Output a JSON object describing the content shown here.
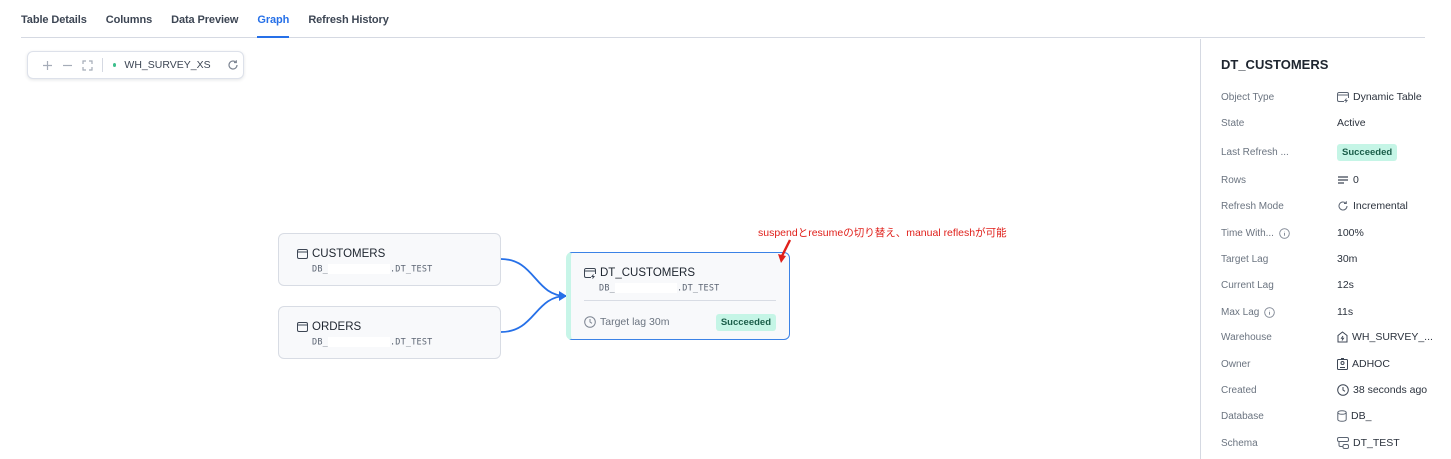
{
  "tabs": [
    {
      "label": "Table Details",
      "active": false
    },
    {
      "label": "Columns",
      "active": false
    },
    {
      "label": "Data Preview",
      "active": false
    },
    {
      "label": "Graph",
      "active": true
    },
    {
      "label": "Refresh History",
      "active": false
    }
  ],
  "toolbar": {
    "zoom_in_icon": "plus-icon",
    "zoom_out_icon": "minus-icon",
    "fit_icon": "fit-screen-icon",
    "warehouse": "WH_SURVEY_XS",
    "warehouse_status_color": "#3dbf8c",
    "refresh_icon": "refresh-icon"
  },
  "graph": {
    "nodes": [
      {
        "name": "CUSTOMERS",
        "path_prefix": "DB_",
        "path_suffix": ".DT_TEST",
        "icon": "table-icon"
      },
      {
        "name": "ORDERS",
        "path_prefix": "DB_",
        "path_suffix": ".DT_TEST",
        "icon": "table-icon"
      },
      {
        "name": "DT_CUSTOMERS",
        "path_prefix": "DB_",
        "path_suffix": ".DT_TEST",
        "icon": "dynamic-table-icon",
        "target_lag": "Target lag 30m",
        "status": "Succeeded",
        "selected": true
      }
    ],
    "edge_color": "#2670e8",
    "annotation": "suspendとresumeの切り替え、manual refleshが可能",
    "annotation_color": "#e0201b"
  },
  "panel": {
    "title": "DT_CUSTOMERS",
    "properties": [
      {
        "label": "Object Type",
        "value": "Dynamic Table",
        "icon": "dynamic-table-icon"
      },
      {
        "label": "State",
        "value": "Active"
      },
      {
        "label": "Last Refresh ...",
        "value": "Succeeded",
        "badge": true
      },
      {
        "label": "Rows",
        "value": "0",
        "icon": "rows-icon"
      },
      {
        "label": "Refresh Mode",
        "value": "Incremental",
        "icon": "refresh-icon"
      },
      {
        "label": "Time With...",
        "value": "100%",
        "info": true
      },
      {
        "label": "Target Lag",
        "value": "30m"
      },
      {
        "label": "Current Lag",
        "value": "12s"
      },
      {
        "label": "Max Lag",
        "value": "11s",
        "info": true
      },
      {
        "label": "Warehouse",
        "value": "WH_SURVEY_...",
        "icon": "warehouse-icon"
      },
      {
        "label": "Owner",
        "value": "ADHOC",
        "icon": "role-icon"
      },
      {
        "label": "Created",
        "value": "38 seconds ago",
        "icon": "clock-icon"
      },
      {
        "label": "Database",
        "value": "DB_",
        "icon": "database-icon"
      },
      {
        "label": "Schema",
        "value": "DT_TEST",
        "icon": "schema-icon"
      }
    ]
  }
}
